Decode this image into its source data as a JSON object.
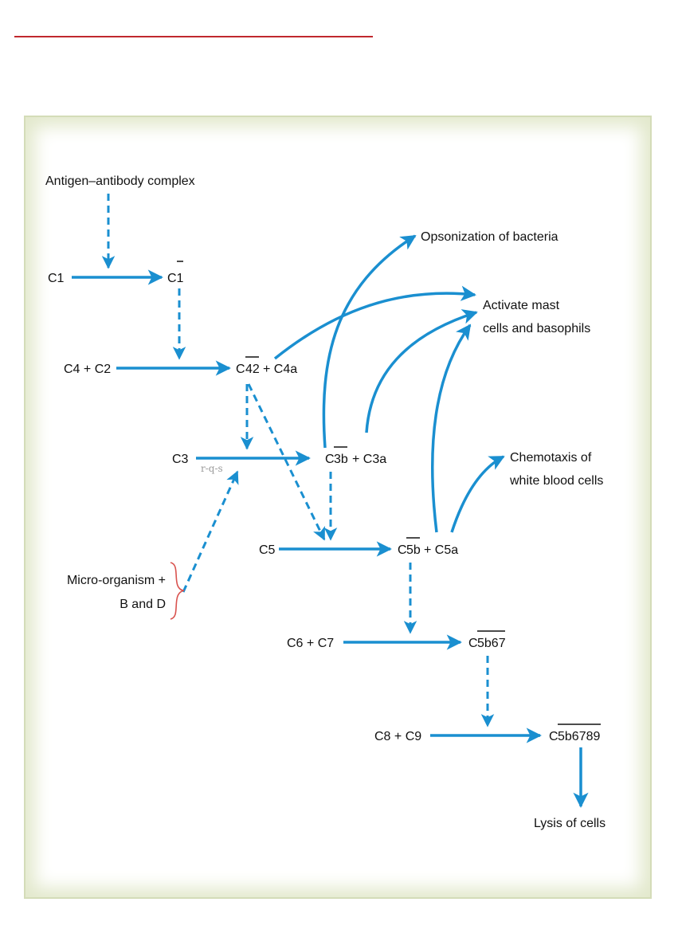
{
  "colors": {
    "arrow": "#1a8fd0",
    "title_rule": "#c0282d",
    "brace": "#d9534f",
    "panel_border": "#d4dcb8",
    "text": "#111111"
  },
  "labels": {
    "antigen_antibody": "Antigen–antibody complex",
    "c1": "C1",
    "c1_bar": "C1",
    "c4_c2": "C4 + C2",
    "c42_prefix": "C",
    "c42_bar": "42",
    "c4a": "+ C4a",
    "c3": "C3",
    "c3b_prefix": "C",
    "c3b_bar": "3b",
    "c3a": "+ C3a",
    "c5": "C5",
    "c5b_prefix": "C",
    "c5b_bar": "5b",
    "c5a": "+ C5a",
    "c6_c7": "C6 + C7",
    "c5b67_prefix": "C",
    "c5b67_bar": "5b67",
    "c8_c9": "C8 + C9",
    "c5b6789_prefix": "C",
    "c5b6789_bar": "5b6789",
    "micro_line1": "Micro-organism +",
    "micro_line2": "B and D",
    "opsonization": "Opsonization of bacteria",
    "mast_line1": "Activate mast",
    "mast_line2": "cells and basophils",
    "chemo_line1": "Chemotaxis of",
    "chemo_line2": "white blood cells",
    "lysis": "Lysis of cells",
    "watermark": "r-q-s"
  }
}
